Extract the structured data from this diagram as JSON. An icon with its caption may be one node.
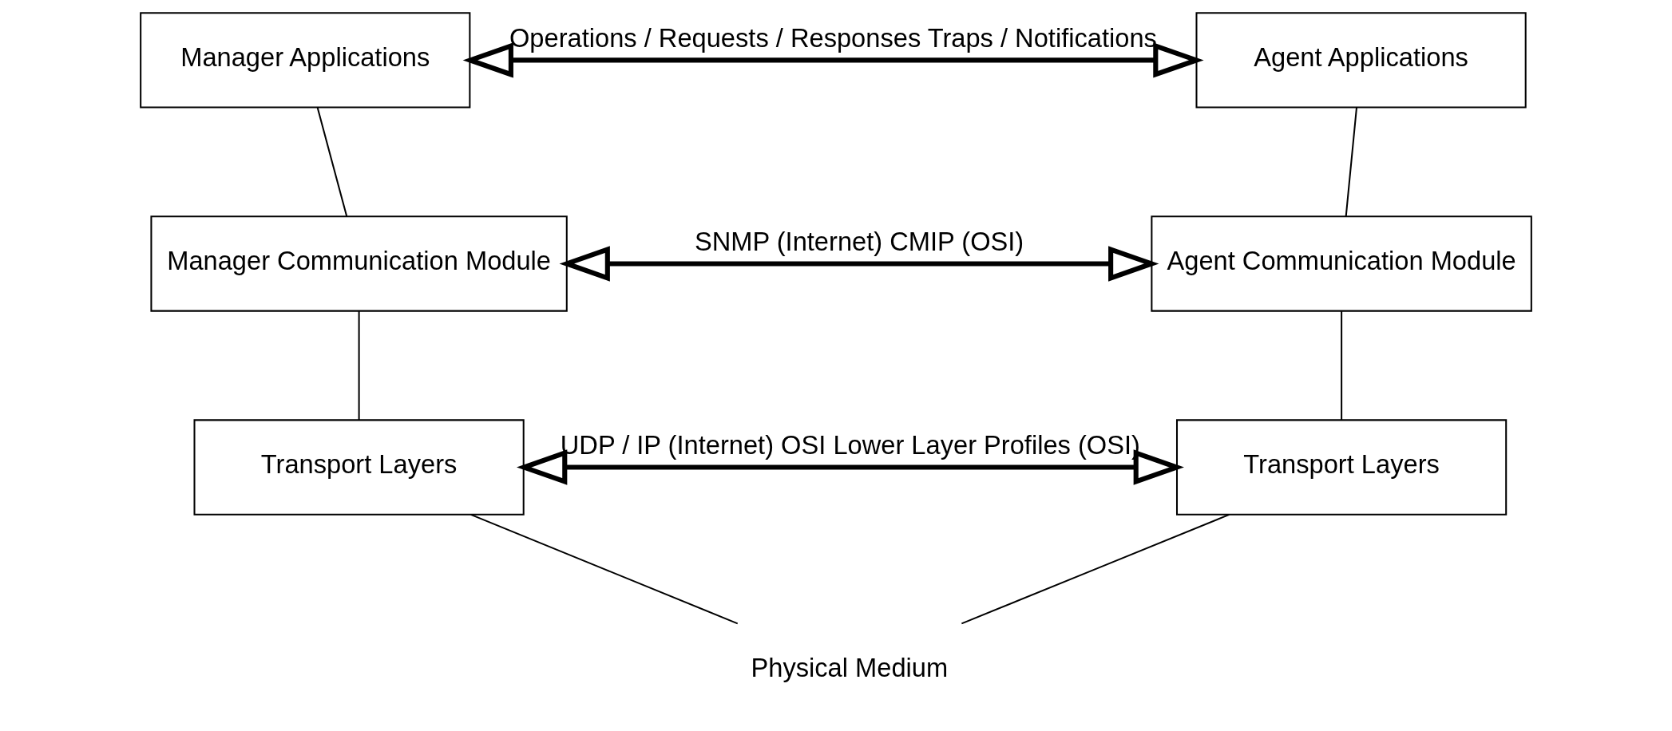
{
  "diagram": {
    "nodes": [
      {
        "text": [
          "Manager Applications"
        ]
      },
      {
        "text": [
          "Manager Communication Module"
        ]
      },
      {
        "text": [
          "Transport Layers"
        ]
      },
      {
        "text": [
          "Agent Applications"
        ]
      },
      {
        "text": [
          "Agent Communication Module"
        ]
      },
      {
        "text": [
          "Transport Layers"
        ]
      },
      {
        "text": [
          "Physical Medium"
        ]
      }
    ],
    "edges": [
      {
        "from": 0,
        "to": 1,
        "arrow": "none"
      },
      {
        "from": 1,
        "to": 2,
        "arrow": "none"
      },
      {
        "from": 2,
        "to": 6,
        "arrow": "none"
      },
      {
        "from": 3,
        "to": 4,
        "arrow": "none"
      },
      {
        "from": 4,
        "to": 5,
        "arrow": "none"
      },
      {
        "from": 5,
        "to": 6,
        "arrow": "none"
      },
      {
        "from": 0,
        "to": 3,
        "arrow": "both",
        "label": "Operations / Requests / Responses Traps / Notifications",
        "style": "thick"
      },
      {
        "from": 1,
        "to": 4,
        "arrow": "both",
        "label": "SNMP (Internet) CMIP (OSI)",
        "style": "thick"
      },
      {
        "from": 2,
        "to": 5,
        "arrow": "both",
        "label": "UDP / IP (Internet) OSI Lower Layer Profiles (OSI)",
        "style": "thick"
      }
    ]
  }
}
